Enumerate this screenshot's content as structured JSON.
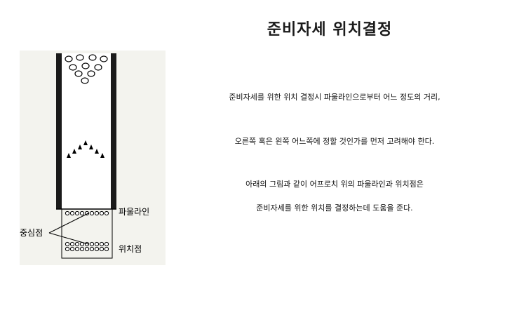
{
  "slide": {
    "title": "준비자세 위치결정",
    "paragraphs": [
      "준비자세를 위한 위치 결정시 파울라인으로부터 어느 정도의 거리,",
      "오른쪽 혹은 왼쪽 어느쪽에 정할 것인가를 먼저 고려해야 한다.",
      "아래의 그림과 같이 어프로치 위의 파울라인과 위치점은",
      "준비자세를 위한 위치를 결정하는데 도움을 준다."
    ]
  },
  "diagram": {
    "labels": {
      "foul_line": "파울라인",
      "center_point": "중심점",
      "position_point": "위치점"
    }
  }
}
